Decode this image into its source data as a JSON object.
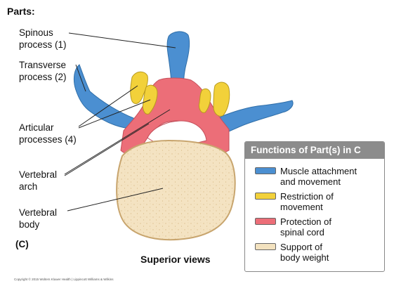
{
  "heading": "Parts:",
  "labels": {
    "spinous_1": "Spinous",
    "spinous_2": "process (1)",
    "transverse_1": "Transverse",
    "transverse_2": "process (2)",
    "articular_1": "Articular",
    "articular_2": "processes (4)",
    "arch_1": "Vertebral",
    "arch_2": "arch",
    "body_1": "Vertebral",
    "body_2": "body"
  },
  "panel_label": "(C)",
  "caption": "Superior views",
  "copyright": "Copyright © 2015 Wolters Kluwer Health | Lippincott Williams & Wilkins",
  "legend": {
    "title": "Functions of Part(s) in C",
    "items": [
      {
        "line1": "Muscle attachment",
        "line2": "and movement",
        "color": "#4b8fd1"
      },
      {
        "line1": "Restriction of",
        "line2": "movement",
        "color": "#f2d13a"
      },
      {
        "line1": "Protection of",
        "line2": "spinal cord",
        "color": "#ec6e78"
      },
      {
        "line1": "Support of",
        "line2": "body weight",
        "color": "#f3e2bf"
      }
    ]
  },
  "colors": {
    "muscle": "#4b8fd1",
    "restriction": "#f2d13a",
    "protection": "#ec6e78",
    "support": "#f3e2bf"
  }
}
